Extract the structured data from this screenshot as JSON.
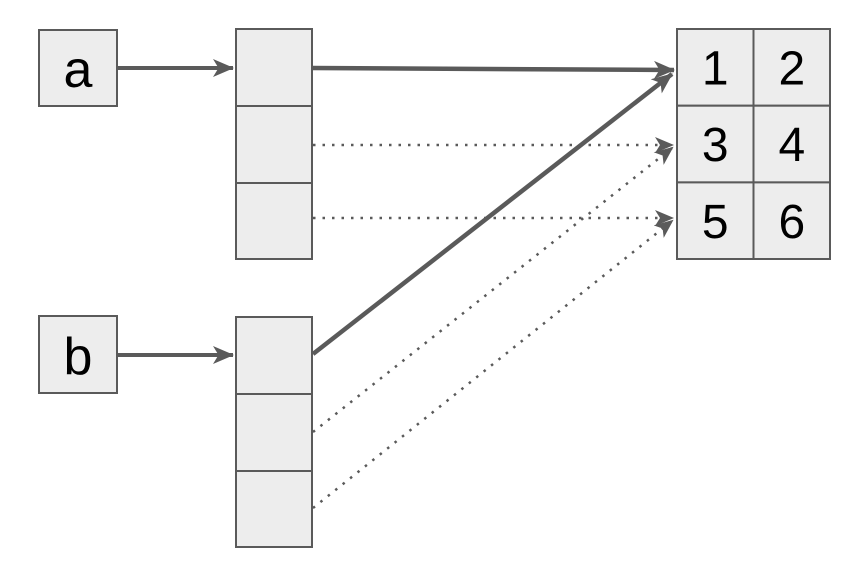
{
  "diagram": {
    "title": "two-variables-aliasing-shared-list",
    "background_color": "#ffffff",
    "stroke_color": "#5a5a5a",
    "cell_fill_color": "#ededed",
    "text_color": "#000000",
    "variables": {
      "a": {
        "label": "a"
      },
      "b": {
        "label": "b"
      }
    },
    "lists": {
      "a": {
        "cells": [
          "",
          "",
          ""
        ]
      },
      "b": {
        "cells": [
          "",
          "",
          ""
        ]
      }
    },
    "grid": {
      "rows": 3,
      "cols": 2,
      "values": [
        "1",
        "2",
        "3",
        "4",
        "5",
        "6"
      ]
    },
    "edges": [
      {
        "from": "variable-a",
        "to": "list-a",
        "style": "solid"
      },
      {
        "from": "variable-b",
        "to": "list-b",
        "style": "solid"
      },
      {
        "from": "list-a-cell-0",
        "to": "grid-row-0",
        "style": "solid"
      },
      {
        "from": "list-a-cell-1",
        "to": "grid-row-1",
        "style": "dotted"
      },
      {
        "from": "list-a-cell-2",
        "to": "grid-row-2",
        "style": "dotted"
      },
      {
        "from": "list-b-cell-0",
        "to": "grid-row-0",
        "style": "solid"
      },
      {
        "from": "list-b-cell-1",
        "to": "grid-row-1",
        "style": "dotted"
      },
      {
        "from": "list-b-cell-2",
        "to": "grid-row-2",
        "style": "dotted"
      }
    ]
  }
}
